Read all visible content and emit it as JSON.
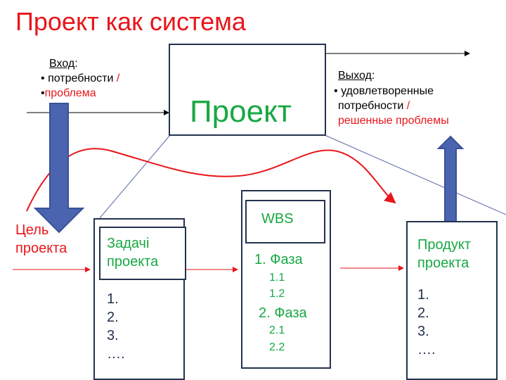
{
  "title": "Проект как система",
  "input": {
    "heading": "Вход",
    "colon": ":",
    "items": [
      {
        "bullet": "•",
        "text": "потребности",
        "sep": " /"
      },
      {
        "bullet": "•",
        "text": "проблема"
      }
    ]
  },
  "output": {
    "heading": "Выход",
    "colon": ":",
    "bullet": "•",
    "line1": "удовлетворенные",
    "line2": "потребности",
    "sep": " /",
    "line3": "решенные проблемы"
  },
  "project_box": {
    "label": "Проект"
  },
  "goal": {
    "line1": "Цель",
    "line2": "проекта"
  },
  "tasks": {
    "label_line1": "Задачі",
    "label_line2": "проекта",
    "items": [
      "1.",
      "2.",
      "3.",
      "…."
    ]
  },
  "wbs": {
    "label": "WBS",
    "phase1": "1. Фаза",
    "phase1_items": [
      "1.1",
      "1.2"
    ],
    "phase2": "2. Фаза",
    "phase2_items": [
      "2.1",
      "2.2"
    ]
  },
  "product": {
    "label_line1": "Продукт",
    "label_line2": "проекта",
    "items": [
      "1.",
      "2.",
      "3.",
      "…."
    ]
  },
  "colors": {
    "red": "#e8161b",
    "green": "#18a843",
    "navy": "#23324d",
    "arrow_blue": "#4a64b0"
  }
}
